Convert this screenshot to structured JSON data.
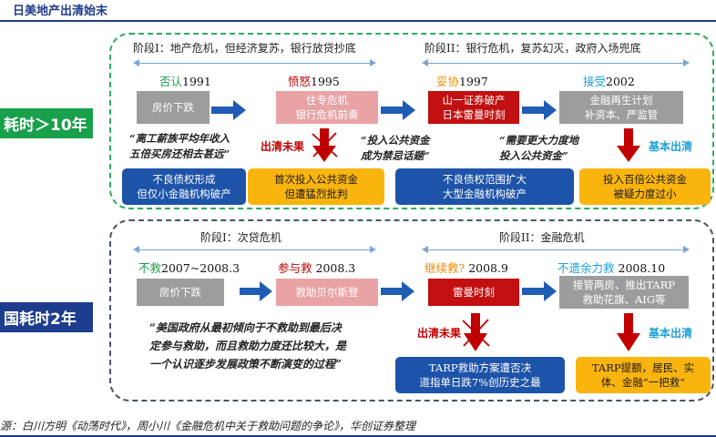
{
  "header": {
    "title": "日美地产出清始末"
  },
  "japan": {
    "side_label": "耗时＞10年",
    "stage1": "阶段I：地产危机，但经济复苏，银行放贷抄底",
    "stage2": "阶段II：银行危机，复苏幻灭，政府入场兜底",
    "years": [
      {
        "tag": "否认",
        "year": "1991"
      },
      {
        "tag": "愤怒",
        "year": "1995"
      },
      {
        "tag": "妥协",
        "year": "1997"
      },
      {
        "tag": "接受",
        "year": "2002"
      }
    ],
    "boxes": [
      {
        "lines": [
          "房价下跌"
        ]
      },
      {
        "lines": [
          "住专危机",
          "银行危机前奏"
        ]
      },
      {
        "lines": [
          "山一证券破产",
          "日本雷曼时刻"
        ]
      },
      {
        "lines": [
          "金融再生计划",
          "补资本、严监管"
        ]
      }
    ],
    "quote1": [
      "“离工薪族平均年收入",
      "五倍买房还相去甚远”"
    ],
    "quote2": [
      "“投入公共资金",
      "成为禁忌话题”"
    ],
    "quote3": [
      "“需要更大力度地",
      "投入公共资金”"
    ],
    "not_clear": "出清未果",
    "cleared": "基本出清",
    "bottom": [
      {
        "lines": [
          "不良债权形成",
          "但仅小金融机构破产"
        ]
      },
      {
        "lines": [
          "首次投入公共资金",
          "但遭猛烈批判"
        ]
      },
      {
        "lines": [
          "不良债权范围扩大",
          "大型金融机构破产"
        ]
      },
      {
        "lines": [
          "投入百倍公共资金",
          "被疑力度过小"
        ]
      }
    ]
  },
  "us": {
    "side_label": "国耗时2年",
    "stage1": "阶段I：次贷危机",
    "stage2": "阶段II：金融危机",
    "years": [
      {
        "tag": "不救",
        "year": "2007~2008.3"
      },
      {
        "tag": "参与救",
        "year": "2008.3"
      },
      {
        "tag": "继续救?",
        "year": "2008.9"
      },
      {
        "tag": "不遗余力救",
        "year": "2008.10"
      }
    ],
    "boxes": [
      {
        "lines": [
          "房价下跌"
        ]
      },
      {
        "lines": [
          "救助贝尔斯登"
        ]
      },
      {
        "lines": [
          "雷曼时刻"
        ]
      },
      {
        "lines": [
          "接管两房、推出TARP",
          "救助花旗、AIG等"
        ]
      }
    ],
    "quote": [
      "“美国政府从最初倾向于不救助到最后决",
      "定参与救助，而且救助力度还比较大，是",
      "一个认识逐步发展政策不断演变的过程”"
    ],
    "not_clear": "出清未果",
    "cleared": "基本出清",
    "bottom": [
      {
        "lines": [
          "TARP救助方案遭否决",
          "道指单日跌7%创历史之最"
        ]
      },
      {
        "lines": [
          "TARP提额，居民、实",
          "体、金融“一把救”"
        ]
      }
    ]
  },
  "source": "源：白川方明《动荡时代》，周小川《金融危机中关于救助问题的争论》，华创证券整理",
  "colors": {
    "accent_green": "#19a04b",
    "accent_navy": "#1c3d8e",
    "down_red": "#c00000",
    "flow_blue": "#1f5cb3",
    "cleared_blue": "#1ea0d8"
  }
}
